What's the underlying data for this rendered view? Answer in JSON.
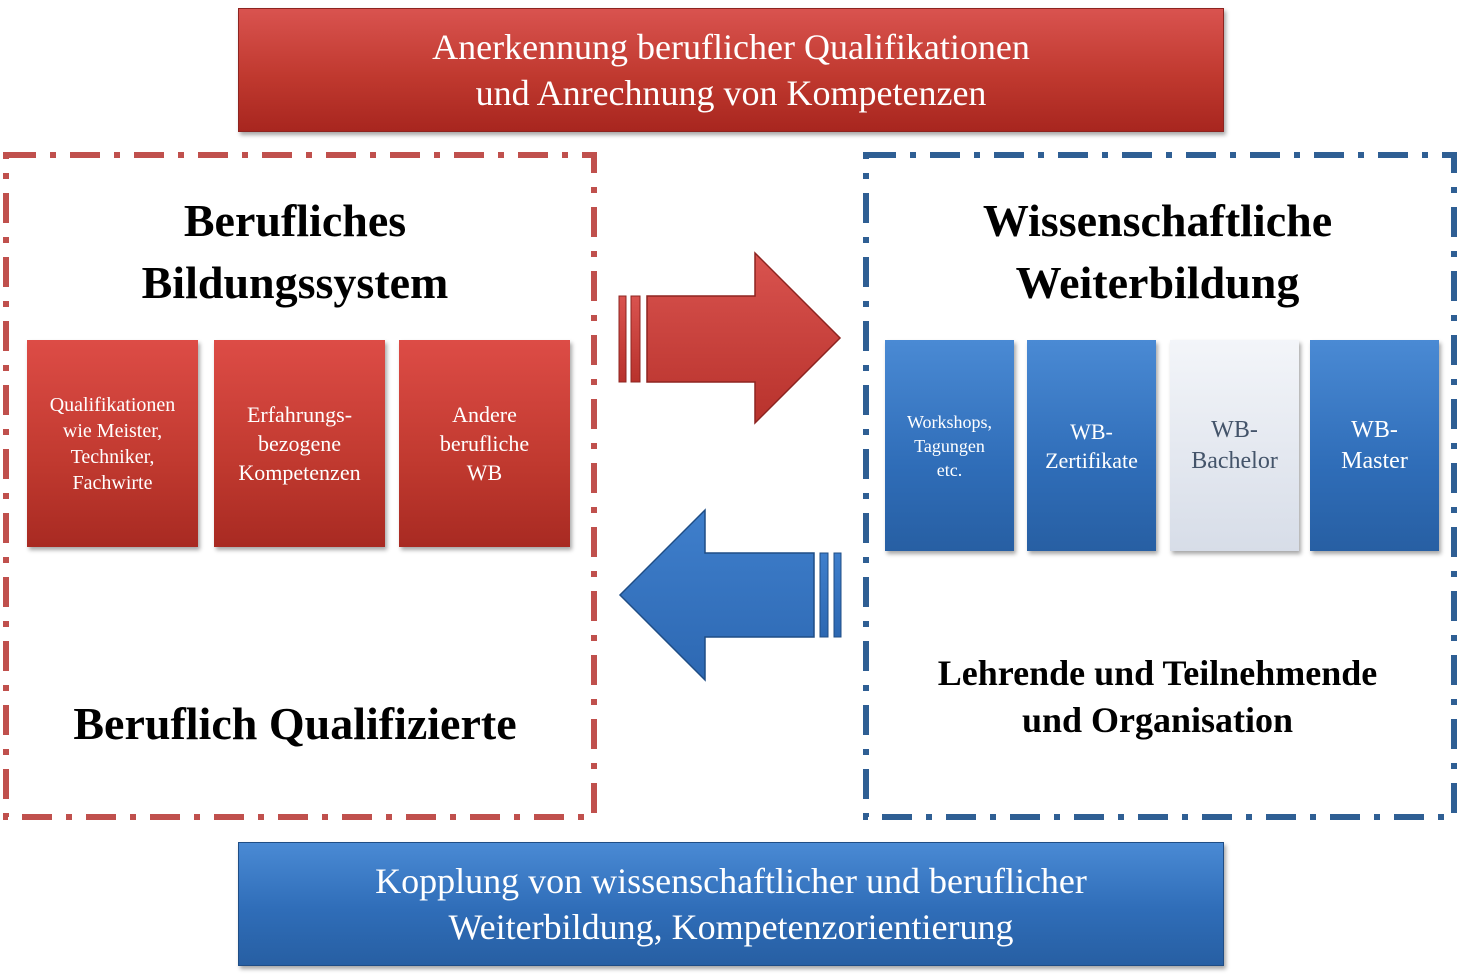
{
  "top_banner": "Anerkennung beruflicher Qualifikationen\nund Anrechnung von Kompetenzen",
  "bottom_banner": "Kopplung von wissenschaftlicher und beruflicher\nWeiterbildung, Kompetenzorientierung",
  "left_panel": {
    "title": "Berufliches\nBildungssystem",
    "boxes": [
      "Qualifikationen\nwie Meister,\nTechniker,\nFachwirte",
      "Erfahrungs-\nbezogene\nKompetenzen",
      "Andere\nberufliche\nWB"
    ],
    "footer": "Beruflich Qualifizierte"
  },
  "right_panel": {
    "title": "Wissenschaftliche\nWeiterbildung",
    "boxes": [
      "Workshops,\nTagungen\netc.",
      "WB-\nZertifikate",
      "WB-\nBachelor",
      "WB-\nMaster"
    ],
    "footer": "Lehrende und Teilnehmende\nund Organisation"
  },
  "colors": {
    "red": "#c0504d",
    "blue": "#2e6db8",
    "red_dash": "#c0504d",
    "blue_dash": "#2f5f94"
  }
}
